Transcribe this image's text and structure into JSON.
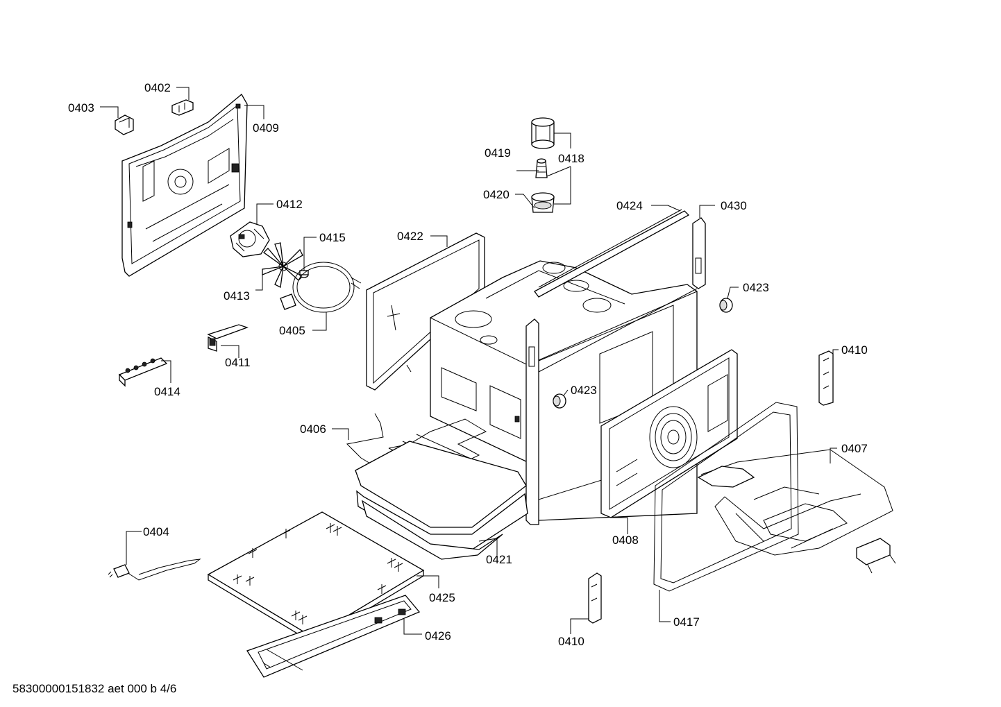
{
  "labels": {
    "p0402": "0402",
    "p0403": "0403",
    "p0409": "0409",
    "p0412": "0412",
    "p0415": "0415",
    "p0413": "0413",
    "p0405": "0405",
    "p0411": "0411",
    "p0414": "0414",
    "p0419": "0419",
    "p0418": "0418",
    "p0420": "0420",
    "p0424": "0424",
    "p0430": "0430",
    "p0422": "0422",
    "p0423a": "0423",
    "p0423b": "0423",
    "p0410a": "0410",
    "p0410b": "0410",
    "p0406": "0406",
    "p0407": "0407",
    "p0404": "0404",
    "p0421": "0421",
    "p0408": "0408",
    "p0425": "0425",
    "p0426": "0426",
    "p0417": "0417"
  },
  "footer": "58300000151832 aet 000 b 4/6"
}
